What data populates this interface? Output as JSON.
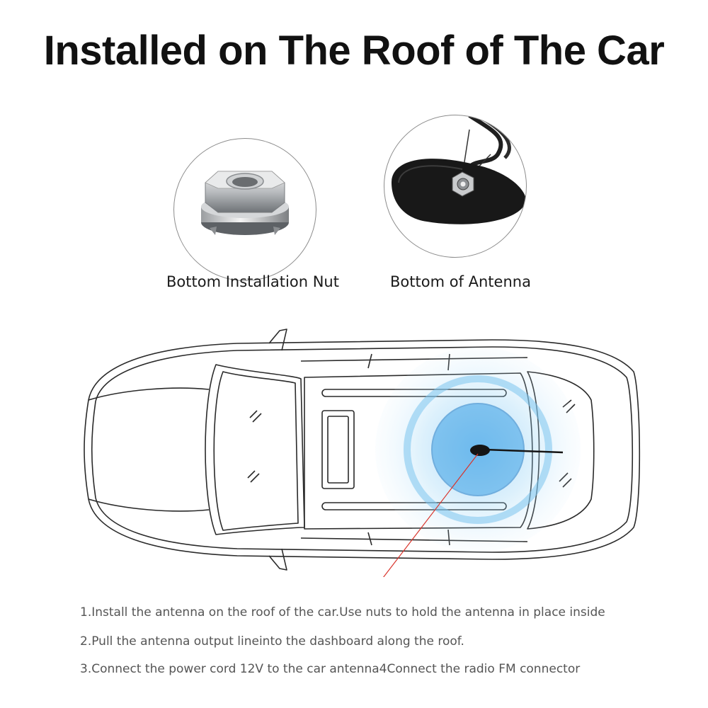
{
  "title": "Installed on The Roof of The Car",
  "detail_left": {
    "caption": "Bottom Installation Nut"
  },
  "detail_right": {
    "caption": "Bottom of Antenna"
  },
  "colors": {
    "signal_blue": "#2f8fd6",
    "pointer_red": "#d9342b",
    "car_outline": "#2a2a2a"
  },
  "instructions": [
    "1.Install the antenna on the roof of the car.Use nuts to hold the antenna in place inside",
    "2.Pull the antenna output lineinto the dashboard along the roof.",
    "3.Connect the power cord 12V to the car antenna4Connect the radio FM connector"
  ]
}
